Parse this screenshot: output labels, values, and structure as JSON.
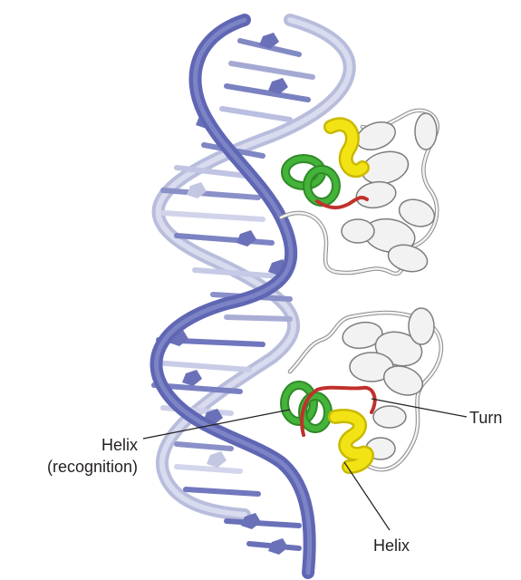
{
  "labels": {
    "turn": "Turn",
    "helix_recognition_line1": "Helix",
    "helix_recognition_line2": "(recognition)",
    "helix": "Helix"
  },
  "colors": {
    "dna_strand_dark": "#6a71b9",
    "dna_strand_light": "#c4c7e2",
    "protein_backbone": "#f0f0f0",
    "recognition_helix": "#3ea935",
    "turn": "#c0312c",
    "helix": "#f2e414"
  }
}
